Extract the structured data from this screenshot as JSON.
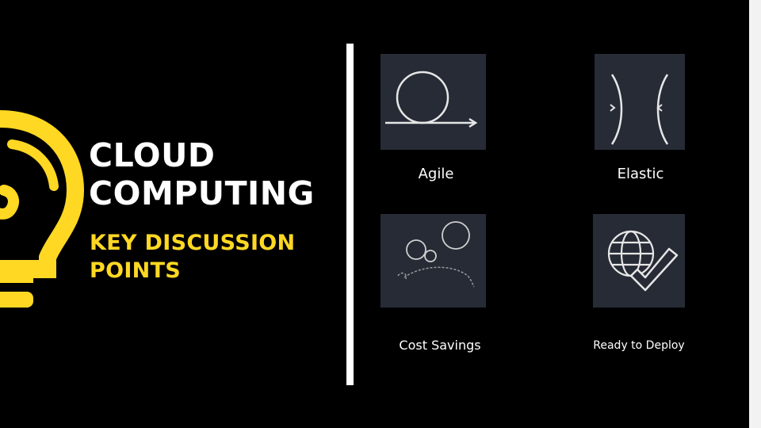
{
  "title": {
    "line1": "CLOUD",
    "line2": "COMPUTING"
  },
  "subtitle": {
    "line1": "KEY DISCUSSION",
    "line2": "POINTS"
  },
  "colors": {
    "background": "#000000",
    "accent_yellow": "#ffd823",
    "tile_bg": "#262b36",
    "icon_stroke": "#e6e6e6",
    "text": "#ffffff"
  },
  "tiles": [
    {
      "icon": "loop-arrow-icon",
      "label": "Agile"
    },
    {
      "icon": "elastic-curves-icon",
      "label": "Elastic"
    },
    {
      "icon": "coins-piggy-icon",
      "label": "Cost Savings"
    },
    {
      "icon": "globe-check-icon",
      "label": "Ready to Deploy"
    }
  ]
}
